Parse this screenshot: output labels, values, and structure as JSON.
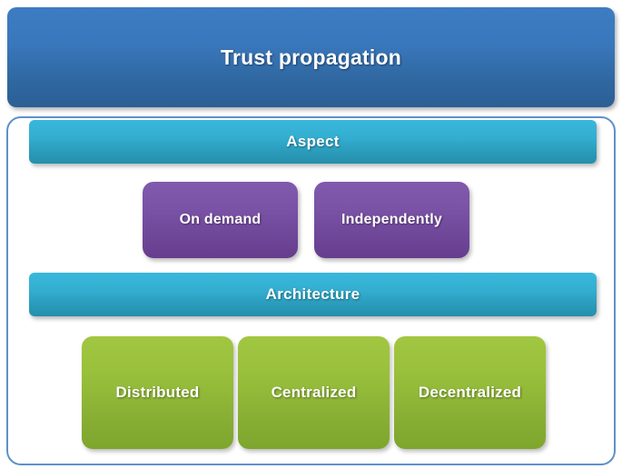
{
  "diagram": {
    "title": "Trust propagation",
    "colors": {
      "title_banner_top": "#3d7cc2",
      "title_banner_bottom": "#2b5f95",
      "container_border": "#5e91ca",
      "category_bar_top": "#39b8db",
      "category_bar_bottom": "#2490ad",
      "aspect_box_top": "#8159ad",
      "aspect_box_bottom": "#663d8d",
      "architecture_box_top": "#a2c641",
      "architecture_box_bottom": "#7ea52d",
      "label_text": "#ffffff"
    },
    "sections": [
      {
        "heading": "Aspect",
        "items": [
          {
            "label": "On demand"
          },
          {
            "label": "Independently"
          }
        ]
      },
      {
        "heading": "Architecture",
        "items": [
          {
            "label": "Distributed"
          },
          {
            "label": "Centralized"
          },
          {
            "label": "Decentralized"
          }
        ]
      }
    ]
  }
}
